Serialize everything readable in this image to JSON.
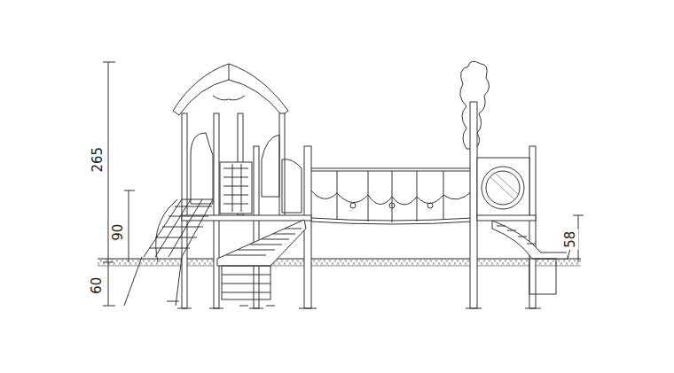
{
  "diagram": {
    "labels": [
      "265",
      "90",
      "60",
      "58"
    ]
  }
}
